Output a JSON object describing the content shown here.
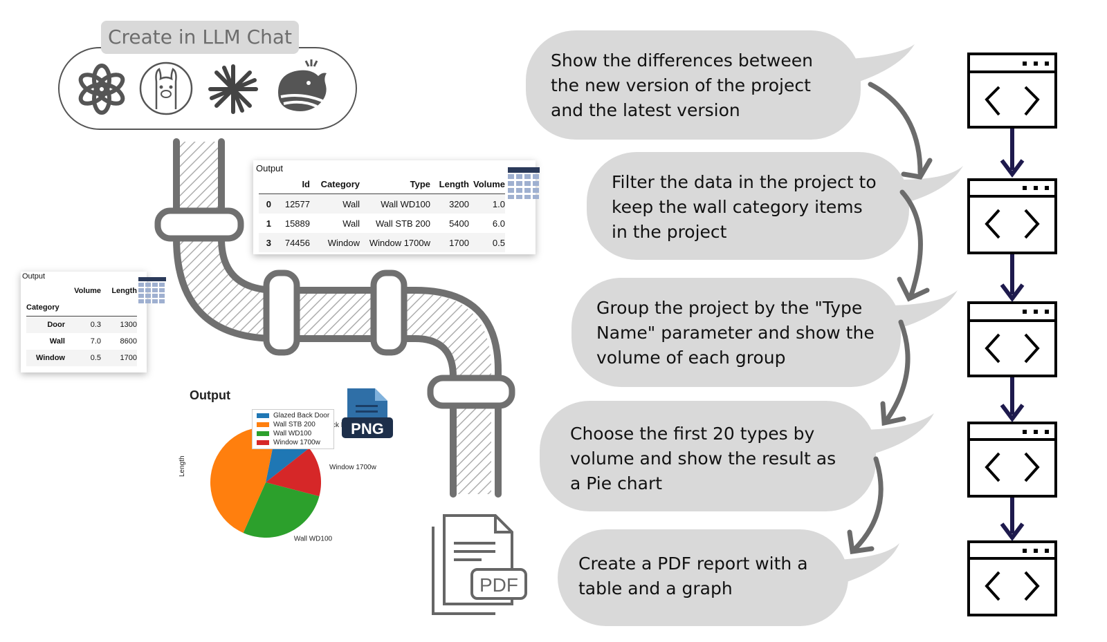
{
  "header": {
    "label": "Create in LLM Chat",
    "icons": [
      "openai-icon",
      "llama-icon",
      "claude-icon",
      "deepseek-icon"
    ]
  },
  "steps": [
    {
      "lines": [
        "Show the differences between",
        "the new version of the project",
        "and the latest version"
      ]
    },
    {
      "lines": [
        "Filter the data in the project to",
        "keep the wall category items",
        "in the project"
      ]
    },
    {
      "lines": [
        "Group the project by the \"Type",
        "Name\" parameter and show the",
        "volume of each group"
      ]
    },
    {
      "lines": [
        "Choose the first 20 types by",
        "volume and show the result as",
        "a Pie chart"
      ]
    },
    {
      "lines": [
        "Create a PDF report with a",
        "table and a graph"
      ]
    }
  ],
  "table_main": {
    "title": "Output",
    "columns": [
      "Id",
      "Category",
      "Type",
      "Length",
      "Volume"
    ],
    "rows": [
      {
        "index": "0",
        "cells": [
          "12577",
          "Wall",
          "Wall WD100",
          "3200",
          "1.0"
        ]
      },
      {
        "index": "1",
        "cells": [
          "15889",
          "Wall",
          "Wall STB 200",
          "5400",
          "6.0"
        ]
      },
      {
        "index": "3",
        "cells": [
          "74456",
          "Window",
          "Window 1700w",
          "1700",
          "0.5"
        ]
      }
    ]
  },
  "table_group": {
    "title": "Output",
    "columns": [
      "Volume",
      "Length"
    ],
    "index_name": "Category",
    "rows": [
      {
        "index": "Door",
        "cells": [
          "0.3",
          "1300"
        ]
      },
      {
        "index": "Wall",
        "cells": [
          "7.0",
          "8600"
        ]
      },
      {
        "index": "Window",
        "cells": [
          "0.5",
          "1700"
        ]
      }
    ]
  },
  "chart_data": {
    "type": "pie",
    "title": "Output",
    "ylabel": "Length",
    "slices": [
      {
        "label": "Glazed Back Door",
        "value": 1300,
        "color": "#1f77b4"
      },
      {
        "label": "Wall STB 200",
        "value": 5400,
        "color": "#ff7f0e"
      },
      {
        "label": "Wall WD100",
        "value": 3200,
        "color": "#2ca02c"
      },
      {
        "label": "Window 1700w",
        "value": 1700,
        "color": "#d62728"
      }
    ],
    "legend": "top-right"
  },
  "files": {
    "png": "PNG",
    "pdf": "PDF"
  },
  "colors": {
    "bubble": "#d9d9d9",
    "arrow": "#6b6b6b",
    "flow_arrow": "#1e1a4d",
    "pipe": "#707070"
  }
}
